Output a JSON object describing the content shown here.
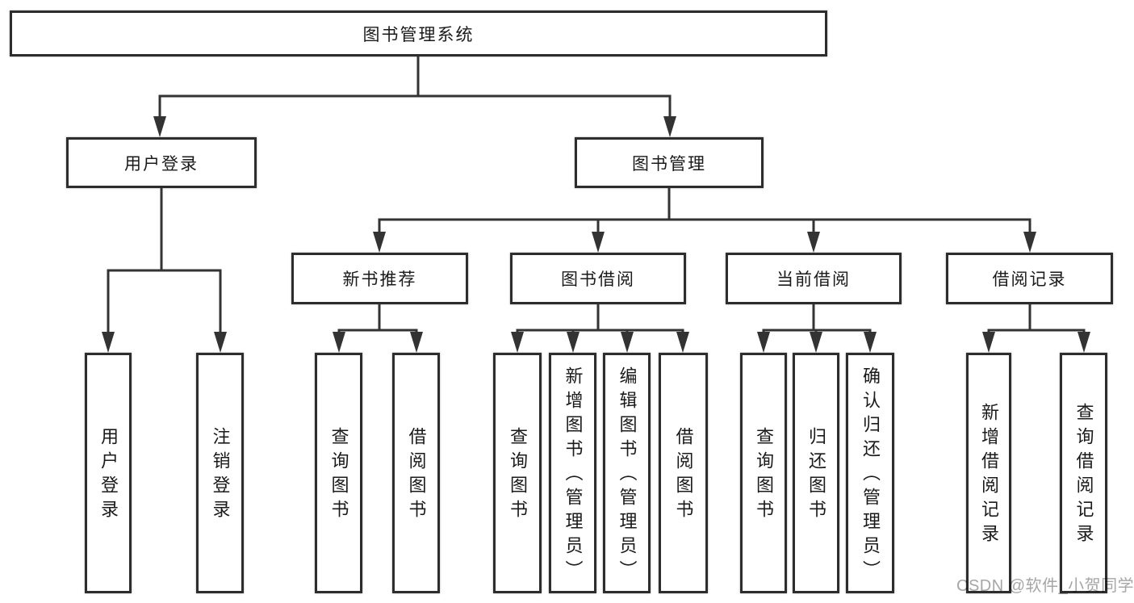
{
  "tree": {
    "root": "图书管理系统",
    "branches_level1": [
      "用户登录",
      "图书管理"
    ],
    "branches_level2": [
      "新书推荐",
      "图书借阅",
      "当前借阅",
      "借阅记录"
    ],
    "leaves": {
      "user_login": [
        "用户登录",
        "注销登录"
      ],
      "new_book_recommend": [
        "查询图书",
        "借阅图书"
      ],
      "book_borrow": [
        "查询图书",
        "新增图书（管理员）",
        "编辑图书（管理员）",
        "借阅图书"
      ],
      "current_borrow": [
        "查询图书",
        "归还图书",
        "确认归还（管理员）"
      ],
      "borrow_records": [
        "新增借阅记录",
        "查询借阅记录"
      ]
    }
  },
  "watermark": "CSDN @软件_小贺同学",
  "colors": {
    "background": "#ffffff",
    "line": "#333333",
    "box_border": "#2d2d2d",
    "text": "#1a1a1a",
    "watermark": "#a6a6a6"
  }
}
